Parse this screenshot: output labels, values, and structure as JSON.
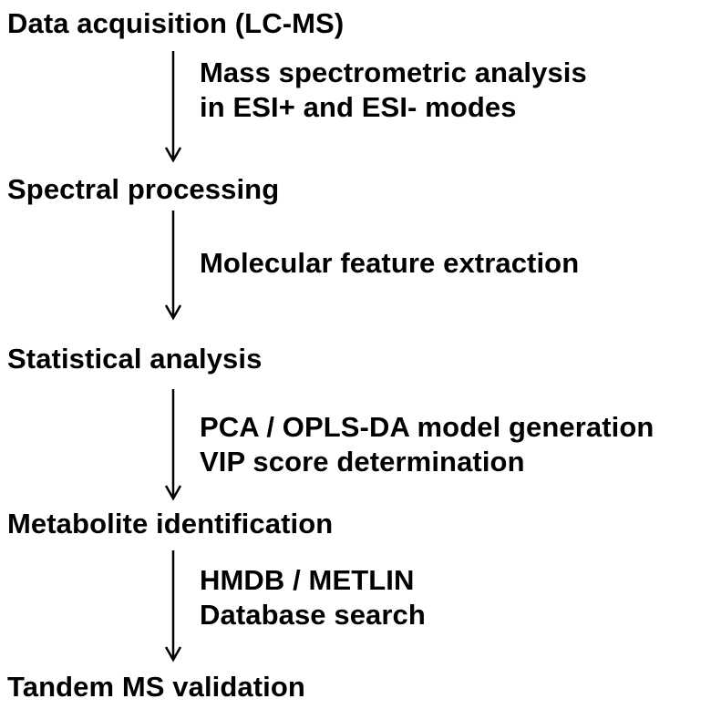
{
  "steps": [
    {
      "title": "Data acquisition (LC-MS)",
      "details": [
        "Mass spectrometric analysis",
        "in ESI+ and ESI- modes"
      ]
    },
    {
      "title": "Spectral processing",
      "details": [
        "Molecular feature extraction"
      ]
    },
    {
      "title": "Statistical analysis",
      "details": [
        "PCA / OPLS-DA model generation",
        "VIP score determination"
      ]
    },
    {
      "title": "Metabolite identification",
      "details": [
        "HMDB / METLIN",
        "Database search"
      ]
    },
    {
      "title": "Tandem MS validation",
      "details": []
    }
  ],
  "colors": {
    "text": "#000000",
    "arrow": "#000000",
    "background": "#ffffff"
  },
  "icons": {
    "connector": "arrow-down-icon"
  }
}
